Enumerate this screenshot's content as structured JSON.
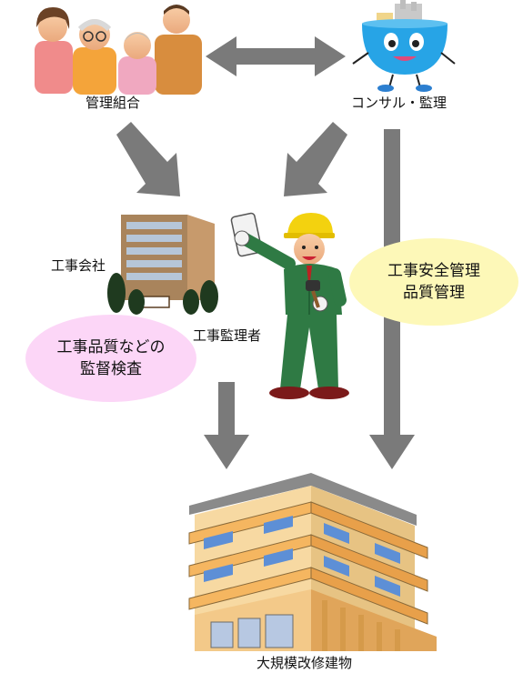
{
  "nodes": {
    "management_association": "管理組合",
    "consultant": "コンサル・監理",
    "contractor": "工事会社",
    "supervisor": "工事監理者",
    "target_building": "大規模改修建物"
  },
  "bubbles": {
    "safety": {
      "line1": "工事安全管理",
      "line2": "品質管理",
      "color": "#fdf8b8"
    },
    "inspection": {
      "line1": "工事品質などの",
      "line2": "監督検査",
      "color": "#fcd6f7"
    }
  },
  "colors": {
    "arrow": "#7a7a7a"
  }
}
